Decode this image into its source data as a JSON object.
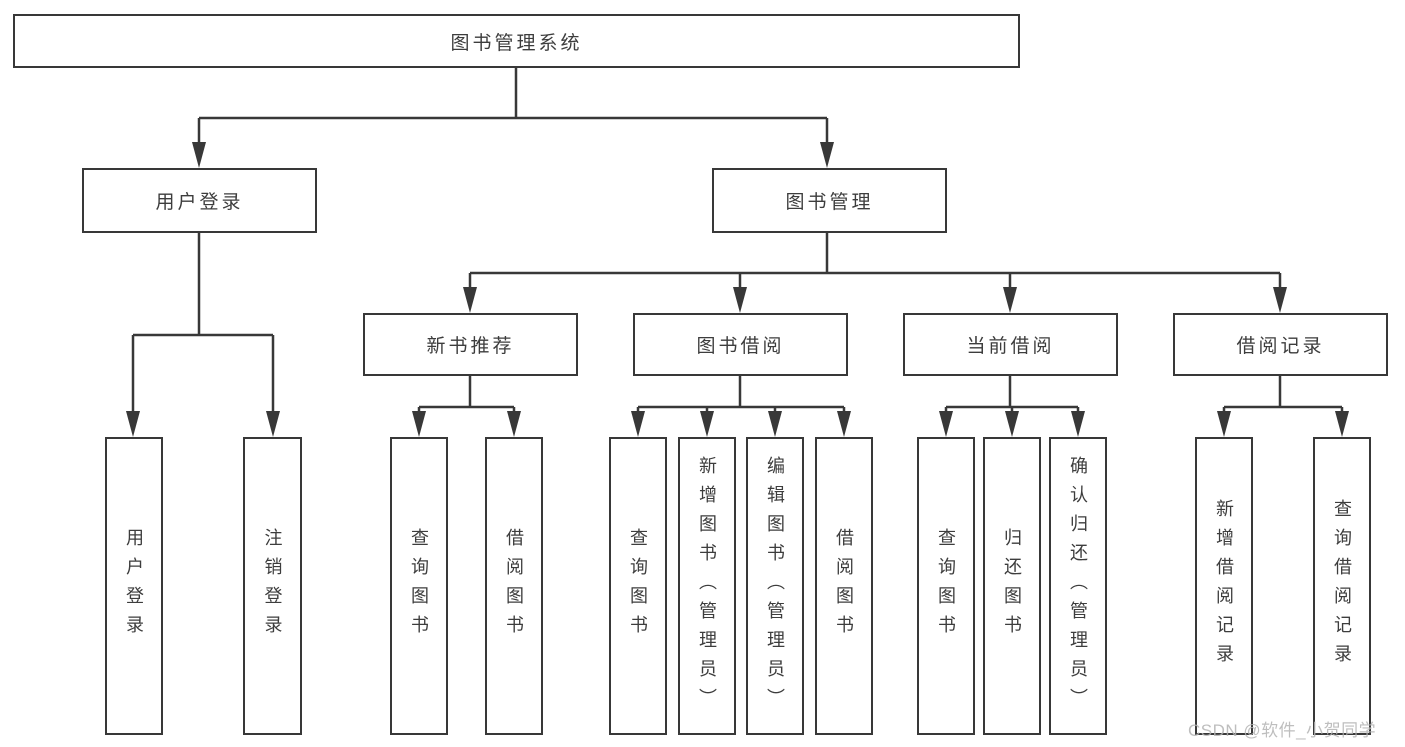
{
  "diagram": {
    "title": "图书管理系统",
    "root": {
      "label": "图书管理系统"
    },
    "level2": [
      {
        "id": "user-login",
        "label": "用户登录"
      },
      {
        "id": "book-management",
        "label": "图书管理"
      }
    ],
    "level3": [
      {
        "id": "new-book-recommendation",
        "parent": "图书管理",
        "label": "新书推荐"
      },
      {
        "id": "book-borrowing",
        "parent": "图书管理",
        "label": "图书借阅"
      },
      {
        "id": "current-borrowing",
        "parent": "图书管理",
        "label": "当前借阅"
      },
      {
        "id": "borrowing-records",
        "parent": "图书管理",
        "label": "借阅记录"
      }
    ],
    "leaves": [
      {
        "parent": "用户登录",
        "label": "用户登录"
      },
      {
        "parent": "用户登录",
        "label": "注销登录"
      },
      {
        "parent": "新书推荐",
        "label": "查询图书"
      },
      {
        "parent": "新书推荐",
        "label": "借阅图书"
      },
      {
        "parent": "图书借阅",
        "label": "查询图书"
      },
      {
        "parent": "图书借阅",
        "label": "新增图书（管理员）"
      },
      {
        "parent": "图书借阅",
        "label": "编辑图书（管理员）"
      },
      {
        "parent": "图书借阅",
        "label": "借阅图书"
      },
      {
        "parent": "当前借阅",
        "label": "查询图书"
      },
      {
        "parent": "当前借阅",
        "label": "归还图书"
      },
      {
        "parent": "当前借阅",
        "label": "确认归还（管理员）"
      },
      {
        "parent": "借阅记录",
        "label": "新增借阅记录"
      },
      {
        "parent": "借阅记录",
        "label": "查询借阅记录"
      }
    ],
    "colors": {
      "line": "#383838",
      "box_border": "#383838",
      "text": "#3d3d3d",
      "background": "#ffffff",
      "watermark": "#b3b3b3"
    }
  },
  "watermark": {
    "text": "CSDN @软件_小贺同学"
  }
}
